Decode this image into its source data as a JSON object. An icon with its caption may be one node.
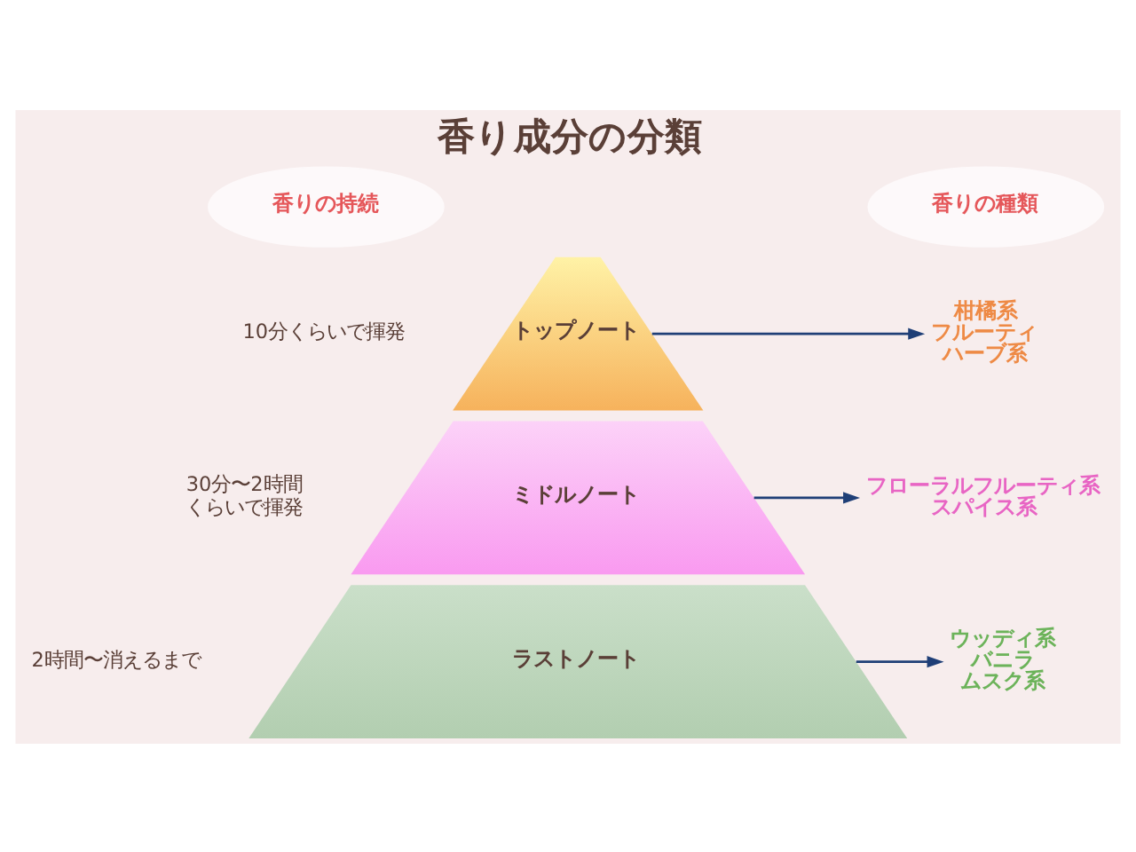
{
  "diagram": {
    "title": "香り成分の分類",
    "nodes": [
      {
        "text": [
          "香りの持続"
        ]
      },
      {
        "text": [
          "香りの種類"
        ]
      },
      {
        "text": [
          "トップノート"
        ],
        "beside": [
          "10分くらいで揮発"
        ]
      },
      {
        "text": [
          "柑橘系",
          "フルーティ",
          "ハーブ系"
        ]
      },
      {
        "text": [
          "ミドルノート"
        ],
        "beside": [
          "30分〜2時間くらいで揮発"
        ]
      },
      {
        "text": [
          "フローラルフルーティ系",
          "スパイス系"
        ]
      },
      {
        "text": [
          "ラストノート"
        ],
        "beside": [
          "2時間〜消えるまで"
        ]
      },
      {
        "text": [
          "ウッディ系",
          "バニラ",
          "ムスク系"
        ]
      }
    ],
    "edges": [
      {
        "from": 2,
        "to": 3,
        "arrow": "to"
      },
      {
        "from": 4,
        "to": 5,
        "arrow": "to"
      },
      {
        "from": 6,
        "to": 7,
        "arrow": "to"
      }
    ]
  }
}
